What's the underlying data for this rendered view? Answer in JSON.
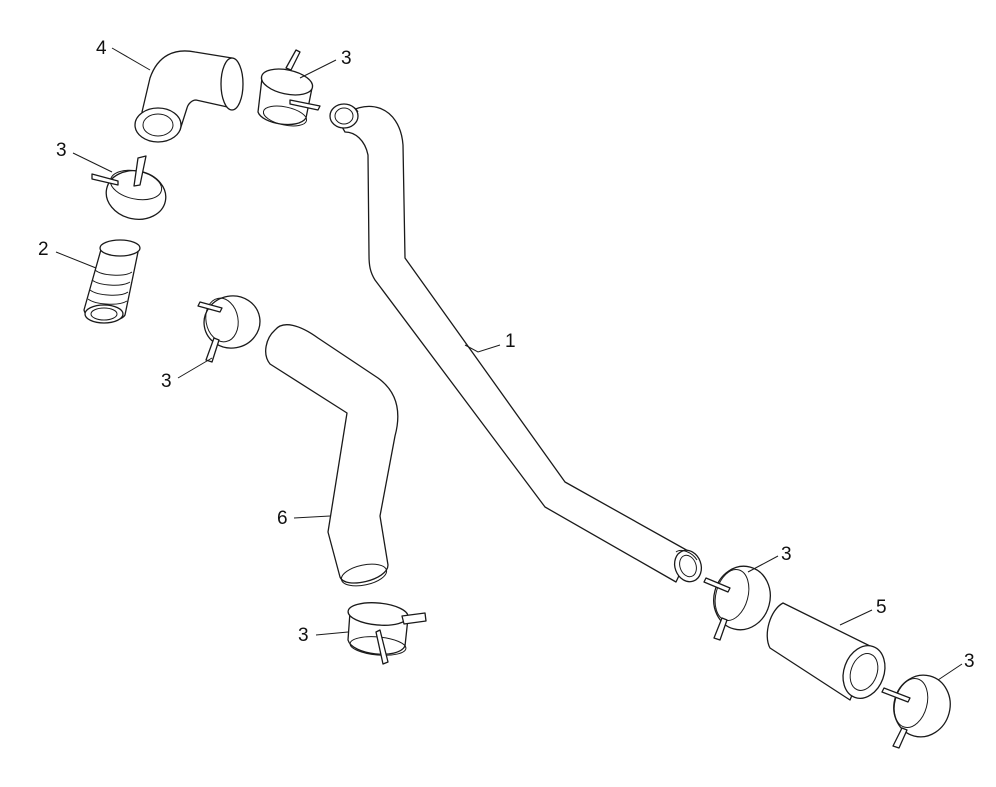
{
  "diagram": {
    "line_color": "#1a1a1a",
    "background": "#ffffff",
    "callouts": {
      "hose_main": "1",
      "fitting": "2",
      "clamp_top": "3",
      "clamp_left": "3",
      "clamp_mid_left": "3",
      "clamp_bottom_left": "3",
      "clamp_mid_right": "3",
      "clamp_bottom_right": "3",
      "elbow": "4",
      "coupler": "5",
      "hose_bent": "6"
    }
  }
}
